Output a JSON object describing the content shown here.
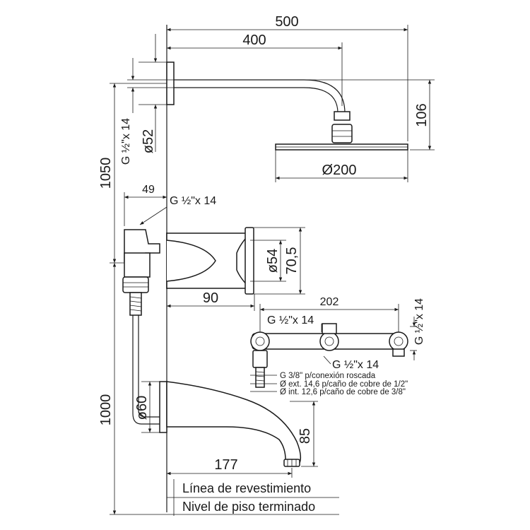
{
  "dimensions": {
    "width_500": "500",
    "width_400": "400",
    "height_106": "106",
    "diameter_200": "Ø200",
    "thread_arm": "G ½\"x 14",
    "diameter_52": "ø52",
    "height_1050": "1050",
    "offset_49": "49",
    "thread_valve": "G ½\"x 14",
    "diameter_54": "ø54",
    "height_70_5": "70,5",
    "depth_90": "90",
    "width_202": "202",
    "thread_manifold_top": "G ½\"x 14",
    "thread_manifold_side": "G ½\"x 14",
    "thread_manifold_bottom": "G ½\"x 14",
    "conn_threaded": "G 3/8\" p/conexión roscada",
    "conn_ext": "Ø ext. 14,6 p/caño de cobre de 1/2\"",
    "conn_int": "Ø int. 12,6 p/caño de cobre de 3/8\"",
    "diameter_60": "ø60",
    "height_1000": "1000",
    "height_85": "85",
    "length_177": "177"
  },
  "labels": {
    "wall_line": "Línea de revestimiento",
    "floor_line": "Nivel de piso terminado"
  },
  "colors": {
    "ink": "#1a1a1a",
    "background": "#ffffff"
  }
}
